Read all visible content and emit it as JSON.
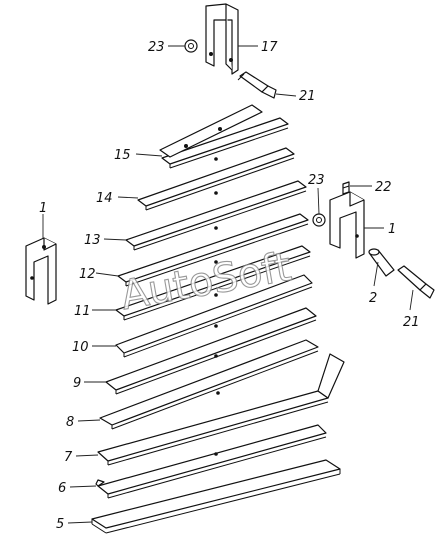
{
  "watermark": "AutoSoft",
  "callouts": {
    "c23_top": "23",
    "c17": "17",
    "c21_top": "21",
    "c15": "15",
    "c14": "14",
    "c23_right": "23",
    "c22": "22",
    "c1_left": "1",
    "c1_right": "1",
    "c13": "13",
    "c12": "12",
    "c11": "11",
    "c2": "2",
    "c21_bottom": "21",
    "c10": "10",
    "c9": "9",
    "c8": "8",
    "c7": "7",
    "c6": "6",
    "c5": "5"
  }
}
